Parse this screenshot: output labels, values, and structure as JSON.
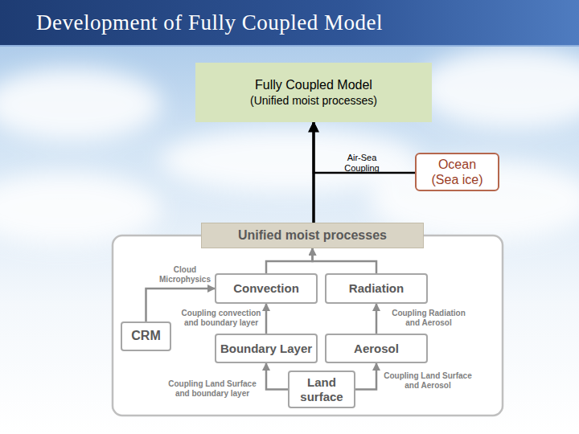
{
  "diagram": {
    "title": "Development of Fully Coupled Model",
    "nodes": [
      {
        "text": [
          "Fully Coupled Model",
          "(Unified moist processes)"
        ]
      },
      {
        "text": [
          "Ocean (Sea ice)"
        ]
      },
      {
        "text": [
          "Unified moist processes"
        ]
      },
      {
        "text": [
          "Convection"
        ]
      },
      {
        "text": [
          "Radiation"
        ]
      },
      {
        "text": [
          "CRM"
        ]
      },
      {
        "text": [
          "Boundary Layer"
        ]
      },
      {
        "text": [
          "Aerosol"
        ]
      },
      {
        "text": [
          "Land surface"
        ]
      }
    ],
    "edges": [
      {
        "from": 2,
        "to": 0,
        "arrow": "to"
      },
      {
        "from": 1,
        "to": 0,
        "label": "Air-Sea Coupling",
        "arrow": "to"
      },
      {
        "from": 3,
        "to": 2,
        "arrow": "to"
      },
      {
        "from": 4,
        "to": 2,
        "arrow": "to"
      },
      {
        "from": 5,
        "to": 3,
        "label": "Cloud Microphysics",
        "arrow": "to"
      },
      {
        "from": 6,
        "to": 3,
        "label": "Coupling convection and boundary layer",
        "arrow": "to"
      },
      {
        "from": 7,
        "to": 4,
        "label": "Coupling Radiation and Aerosol",
        "arrow": "to"
      },
      {
        "from": 8,
        "to": 6,
        "label": "Coupling Land Surface and boundary layer",
        "arrow": "to"
      },
      {
        "from": 8,
        "to": 7,
        "label": "Coupling Land Surface and Aerosol",
        "arrow": "to"
      }
    ]
  }
}
